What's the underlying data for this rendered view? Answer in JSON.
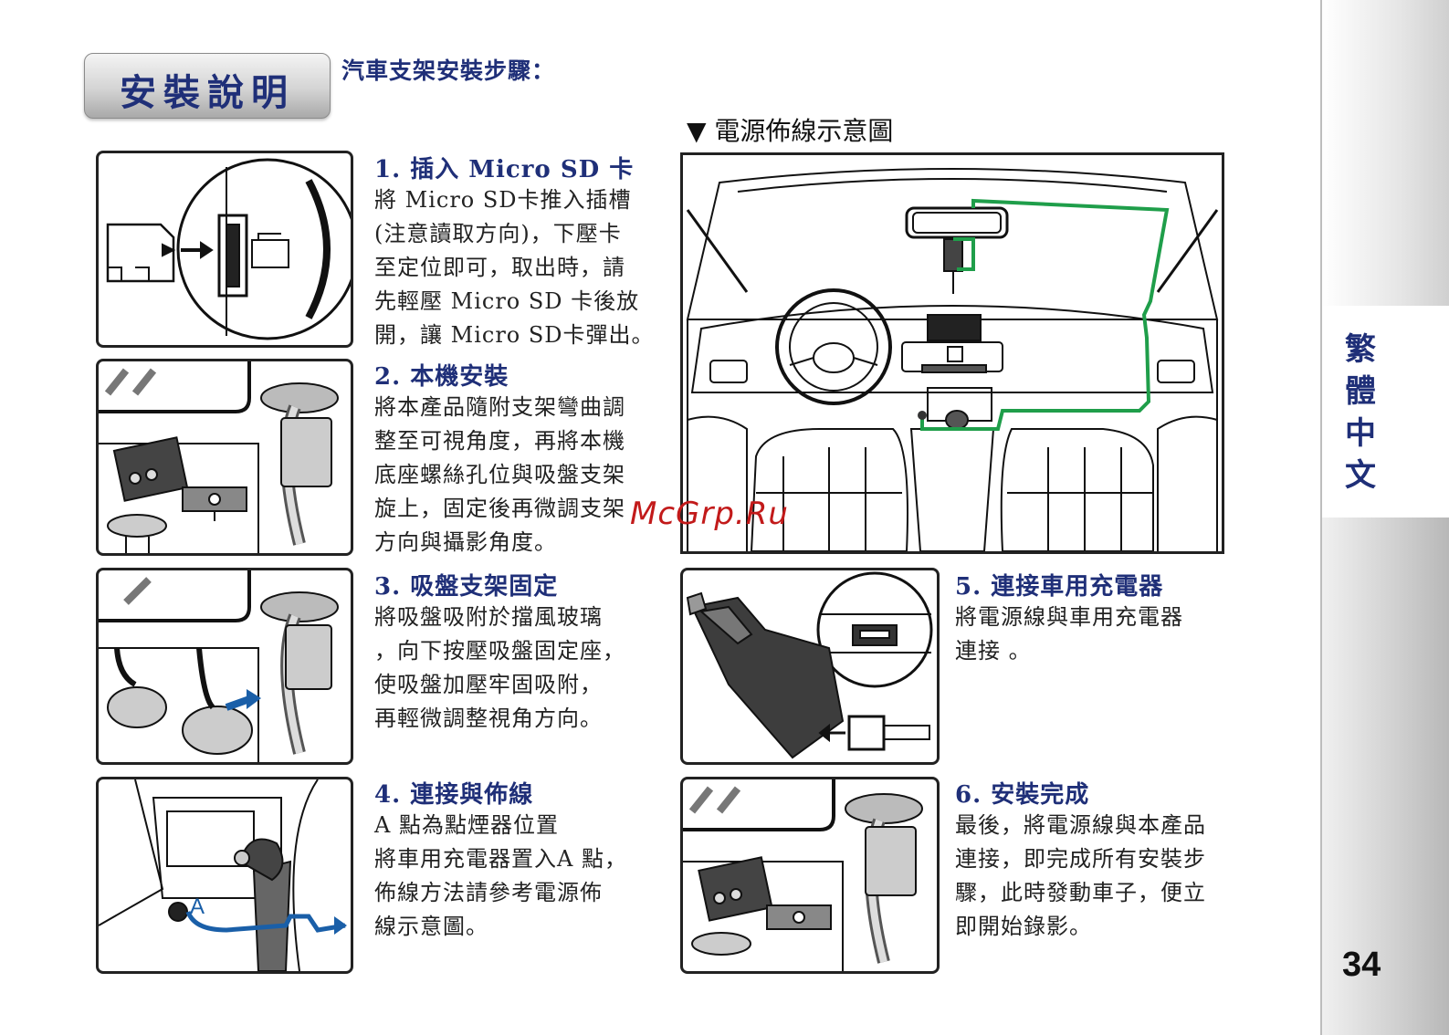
{
  "header": {
    "badge_title": "安裝說明",
    "subtitle": "汽車支架安裝步驟："
  },
  "diagram": {
    "title": "▼ 電源佈線示意圖",
    "wire_color": "#1f9e4a"
  },
  "steps": [
    {
      "head": "1. 插入 Micro SD 卡",
      "body": "將 Micro SD卡推入插槽\n(注意讀取方向)，下壓卡\n至定位即可，取出時，請\n先輕壓 Micro SD 卡後放\n開，讓 Micro SD卡彈出。"
    },
    {
      "head": "2. 本機安裝",
      "body": "將本產品隨附支架彎曲調\n整至可視角度，再將本機\n底座螺絲孔位與吸盤支架\n旋上，固定後再微調支架\n方向與攝影角度。"
    },
    {
      "head": "3. 吸盤支架固定",
      "body": "將吸盤吸附於擋風玻璃\n，向下按壓吸盤固定座，\n使吸盤加壓牢固吸附，\n再輕微調整視角方向。"
    },
    {
      "head": "4. 連接與佈線",
      "body": "A 點為點煙器位置\n將車用充電器置入A 點，\n佈線方法請參考電源佈\n線示意圖。",
      "point_label": "A"
    },
    {
      "head": "5. 連接車用充電器",
      "body": "將電源線與車用充電器\n連接 。"
    },
    {
      "head": "6. 安裝完成",
      "body": "最後，將電源線與本產品\n連接，即完成所有安裝步\n驟，此時發動車子，便立\n即開始錄影。"
    }
  ],
  "side_tab": {
    "label": "繁體中文",
    "page_number": "34"
  },
  "watermark": "McGrp.Ru",
  "colors": {
    "accent": "#1f2f78",
    "wire": "#1f9e4a",
    "route_blue": "#1a5fa8"
  }
}
